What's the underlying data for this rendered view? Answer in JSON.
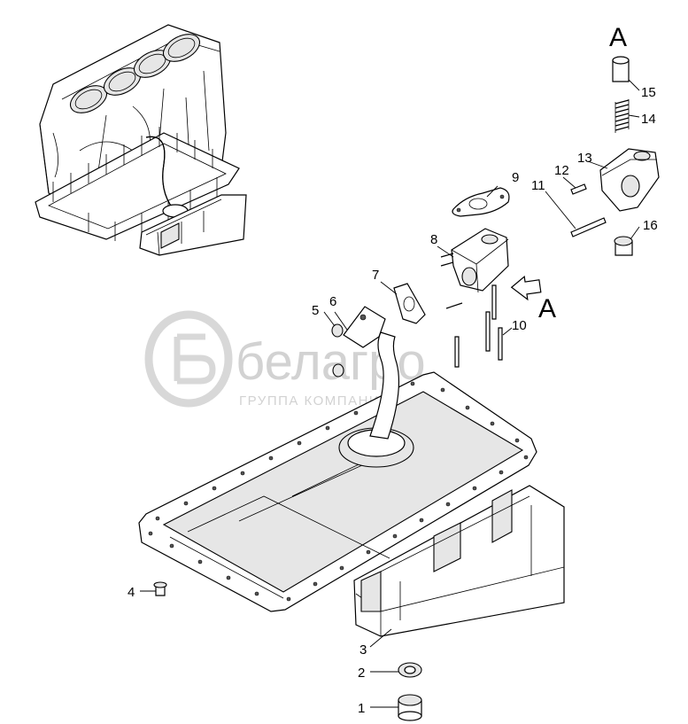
{
  "watermark": {
    "brand": "белагро",
    "subtitle": "ГРУППА КОМПАНИЙ"
  },
  "view_label": "A",
  "callouts": [
    {
      "n": "1"
    },
    {
      "n": "2"
    },
    {
      "n": "3"
    },
    {
      "n": "4"
    },
    {
      "n": "5"
    },
    {
      "n": "6"
    },
    {
      "n": "7"
    },
    {
      "n": "8"
    },
    {
      "n": "9"
    },
    {
      "n": "10"
    },
    {
      "n": "11"
    },
    {
      "n": "12"
    },
    {
      "n": "13"
    },
    {
      "n": "14"
    },
    {
      "n": "15"
    },
    {
      "n": "16"
    }
  ]
}
